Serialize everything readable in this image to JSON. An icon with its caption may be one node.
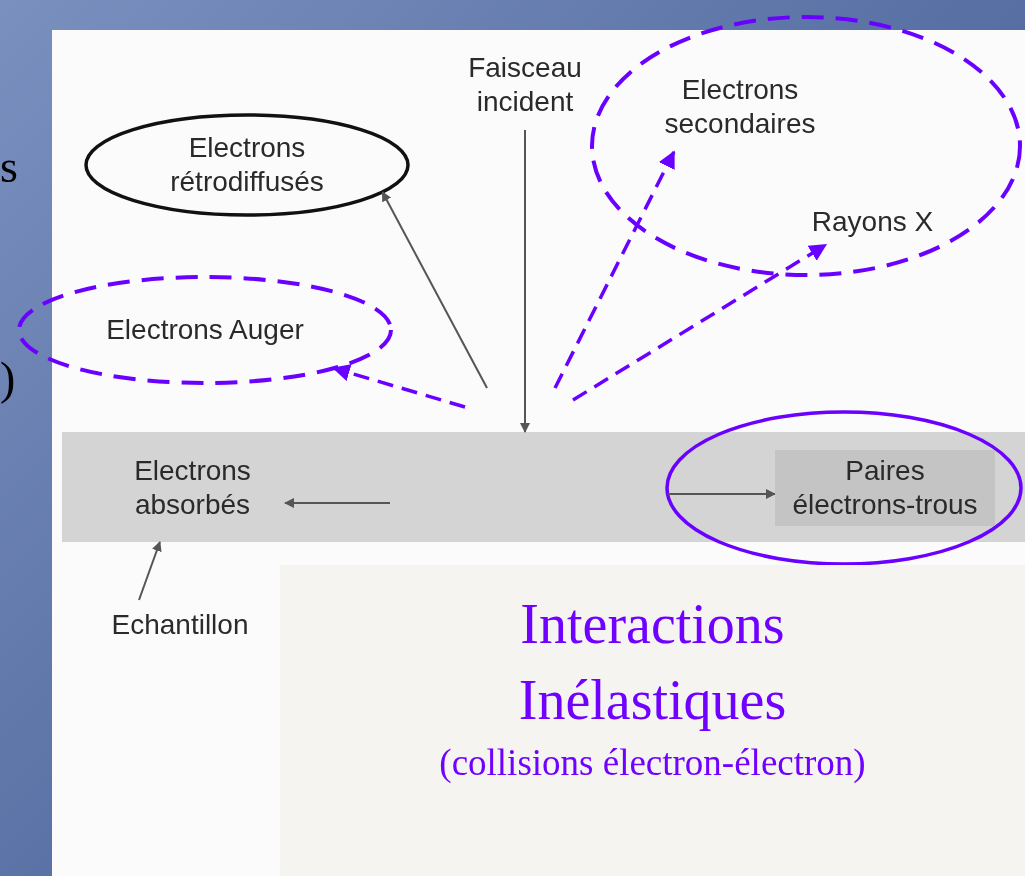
{
  "diagram": {
    "nodes": [
      {
        "text": [
          "Faisceau incident"
        ]
      },
      {
        "text": [
          "Electrons rétrodiffusés"
        ]
      },
      {
        "text": [],
        "shape": "ellipse"
      },
      {
        "text": [
          "Electrons secondaires"
        ],
        "in": 2
      },
      {
        "text": [
          "Rayons X"
        ],
        "in": 2
      },
      {
        "text": [
          "Electrons Auger"
        ]
      },
      {
        "text": [],
        "shape": "bar"
      },
      {
        "text": [
          "Electrons absorbés"
        ],
        "in": 6
      },
      {
        "text": [],
        "shape": "ellipse"
      },
      {
        "text": [
          "Paires électrons-trous"
        ]
      },
      {
        "text": [
          "Echantillon"
        ]
      },
      {
        "text": [
          "Interactions Inélastiques",
          "(collisions électron-électron)"
        ]
      }
    ],
    "edges": [
      {
        "from": 0,
        "to": 6,
        "arrow": "to"
      },
      {
        "from": null,
        "to": 1,
        "arrow": "to"
      },
      {
        "from": null,
        "to": 3,
        "arrow": "to",
        "style": "dashed",
        "color": "#6a00ff"
      },
      {
        "from": null,
        "to": 4,
        "arrow": "to",
        "style": "dashed",
        "color": "#6a00ff"
      },
      {
        "from": null,
        "to": 5,
        "arrow": "to",
        "style": "dashed",
        "color": "#6a00ff"
      },
      {
        "from": null,
        "to": 7,
        "arrow": "to"
      },
      {
        "from": 8,
        "to": 9,
        "arrow": "to"
      },
      {
        "from": 10,
        "to": 6,
        "arrow": "to"
      }
    ],
    "labels": [
      "s",
      ")"
    ]
  }
}
